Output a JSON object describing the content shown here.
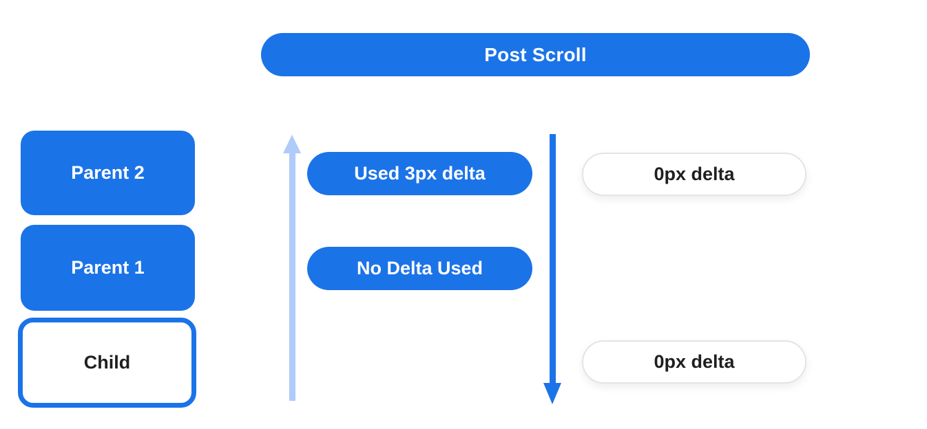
{
  "banner": {
    "label": "Post Scroll"
  },
  "colors": {
    "primary_blue": "#1B73E8",
    "light_blue": "#AECBFA",
    "pill_border": "#E4E4E6",
    "text_dark": "#1F1F1F",
    "text_light": "#FFFFFF",
    "background": "#FFFFFF"
  },
  "node_stack": {
    "items": [
      {
        "label": "Parent 2",
        "variant": "filled"
      },
      {
        "label": "Parent 1",
        "variant": "filled"
      },
      {
        "label": "Child",
        "variant": "outlined"
      }
    ]
  },
  "arrows": {
    "up": {
      "icon": "upward-arrow-icon",
      "color": "#AECBFA"
    },
    "down": {
      "icon": "downward-arrow-icon",
      "color": "#1B73E8"
    }
  },
  "delta_pills": {
    "items": [
      {
        "label": "Used 3px delta"
      },
      {
        "label": "No Delta Used"
      }
    ]
  },
  "result_pills": {
    "items": [
      {
        "label": "0px delta"
      },
      {
        "label": "0px delta"
      }
    ]
  }
}
